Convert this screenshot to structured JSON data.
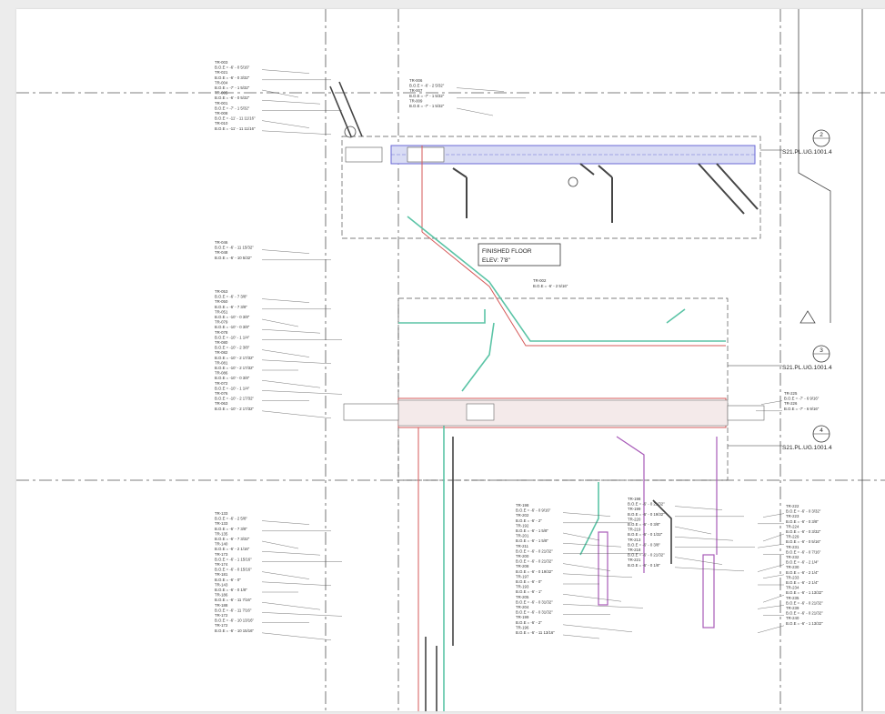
{
  "drawing": {
    "title": "",
    "finished_floor_note": [
      "FINISHED FLOOR",
      "ELEV: 7'8\""
    ],
    "top_label_a": [
      "TR-002",
      "B.O.E = -6' - 2 5/16\""
    ],
    "section_callouts": [
      {
        "number": "2",
        "sheet": "S21.PL.UG.1001.4"
      },
      {
        "number": "3",
        "sheet": "S21.PL.UG.1001.4"
      },
      {
        "number": "4",
        "sheet": "S21.PL.UG.1001.4"
      }
    ],
    "colors": {
      "blue_pipe": "#6a6ad6",
      "red_pipe": "#d65a5a",
      "green_pipe": "#5bc4a6",
      "purple_pipe": "#a85ab8",
      "linework": "#333333"
    }
  },
  "tag_groups": {
    "top_left": [
      "TR-003",
      "B.O.E = -6' - 0 5/16\"",
      "TR-021",
      "B.O.E = -6' - 0 3/32\"",
      "TR-004",
      "B.O.E = -7' - 1 5/32\"",
      "TR-005",
      "B.O.E = -6' - 0 5/32\"",
      "TR-001",
      "B.O.E = -7' - 1 5/32\"",
      "TR-008",
      "B.O.E = -11' - 11 11/16\"",
      "TR-010",
      "B.O.E = -11' - 11 11/16\""
    ],
    "top_center": [
      "TR-006",
      "B.O.E = -6' - 2 5/32\"",
      "TR-007",
      "B.O.E = -7' - 1 5/32\"",
      "TR-009",
      "B.O.E = -7' - 1 5/32\""
    ],
    "mid_left_a": [
      "TR-046",
      "B.O.E = -6' - 11 15/32\"",
      "TR-048",
      "B.O.E = -6' - 10 5/32\""
    ],
    "mid_left_b": [
      "TR-053",
      "B.O.E = -6' - 7 3/8\"",
      "TR-050",
      "B.O.E = -6' - 7 3/8\"",
      "TR-051",
      "B.O.E = -10' - 0 3/8\"",
      "TR-079",
      "B.O.E = -10' - 0 3/8\"",
      "TR-078",
      "B.O.E = -10' - 1 1/4\"",
      "TR-080",
      "B.O.E = -10' - 2 3/8\"",
      "TR-082",
      "B.O.E = -10' - 2 17/32\"",
      "TR-081",
      "B.O.E = -10' - 2 17/32\"",
      "TR-086",
      "B.O.E = -10' - 0 3/8\"",
      "TR-072",
      "B.O.E = -10' - 1 1/4\"",
      "TR-076",
      "B.O.E = -10' - 2 17/32\"",
      "TR-063",
      "B.O.E = -10' - 2 17/32\""
    ],
    "right_mid": [
      "TR-225",
      "B.O.E = -7' - 6 9/16\"",
      "TR-226",
      "B.O.E = -7' - 6 9/16\""
    ],
    "bottom_left": [
      "TR-133",
      "B.O.E = -6' - 2 5/8\"",
      "TR-133",
      "B.O.E = -6' - 7 3/8\"",
      "TR-135",
      "B.O.E = -6' - 7 3/32\"",
      "TR-140",
      "B.O.E = -6' - 2 1/16\"",
      "TR-173",
      "B.O.E = -6' - 1 15/16\"",
      "TR-174",
      "B.O.E = -6' - 0 15/16\"",
      "TR-181",
      "B.O.E = -6' - 0\"",
      "TR-143",
      "B.O.E = -6' - 0 1/8\"",
      "TR-186",
      "B.O.E = -6' - 11 7/16\"",
      "TR-188",
      "B.O.E = -6' - 11 7/16\"",
      "TR-172",
      "B.O.E = -6' - 10 13/16\"",
      "TR-172",
      "B.O.E = -6' - 10 15/16\""
    ],
    "bottom_center_a": [
      "TR-198",
      "B.O.E = -6' - 0 9/16\"",
      "TR-202",
      "B.O.E = -6' - 2\"",
      "TR-192",
      "B.O.E = -6' - 1 5/8\"",
      "TR-201",
      "B.O.E = -6' - 1 5/8\"",
      "TR-211",
      "B.O.E = -6' - 0 21/32\"",
      "TR-200",
      "B.O.E = -6' - 0 21/32\"",
      "TR-208",
      "B.O.E = -6' - 0 19/32\"",
      "TR-197",
      "B.O.E = -6' - 0\"",
      "TR-193",
      "B.O.E = -6' - 1\"",
      "TR-205",
      "B.O.E = -6' - 0 31/32\"",
      "TR-204",
      "B.O.E = -6' - 0 31/32\"",
      "TR-199",
      "B.O.E = -6' - 2\"",
      "TR-196",
      "B.O.E = -6' - 11 13/16\""
    ],
    "bottom_center_b": [
      "TR-198",
      "B.O.E = -6' - 0 21/32\"",
      "TR-199",
      "B.O.E = -6' - 0 19/32\"",
      "TR-220",
      "B.O.E = -6' - 0 3/8\"",
      "TR-219",
      "B.O.E = -6' - 0 1/32\"",
      "TR-213",
      "B.O.E = -6' - 0 3/8\"",
      "TR-218",
      "B.O.E = -6' - 0 21/32\"",
      "TR-221",
      "B.O.E = -6' - 0 1/8\""
    ],
    "bottom_right": [
      "TR-222",
      "B.O.E = -6' - 0 3/32\"",
      "TR-223",
      "B.O.E = -6' - 0 3/8\"",
      "TR-224",
      "B.O.E = -6' - 0 3/32\"",
      "TR-229",
      "B.O.E = -6' - 0 5/16\"",
      "TR-231",
      "B.O.E = -6' - 0 7/16\"",
      "TR-232",
      "B.O.E = -6' - 2 1/4\"",
      "TR-230",
      "B.O.E = -6' - 2 1/4\"",
      "TR-233",
      "B.O.E = -6' - 2 1/4\"",
      "TR-234",
      "B.O.E = -6' - 1 13/32\"",
      "TR-235",
      "B.O.E = -6' - 0 21/32\"",
      "TR-239",
      "B.O.E = -6' - 0 21/32\"",
      "TR-240",
      "B.O.E = -6' - 1 13/32\""
    ]
  }
}
